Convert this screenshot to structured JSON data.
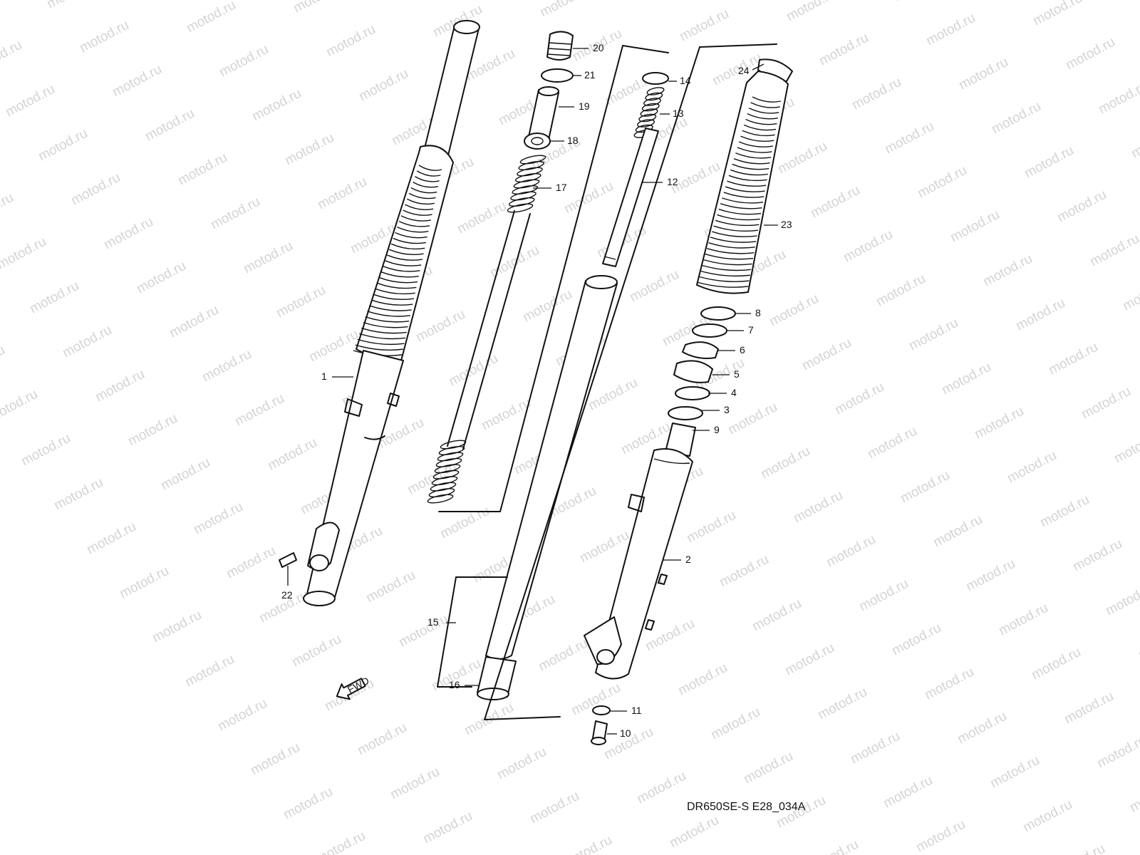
{
  "watermark": {
    "text": "motod.ru"
  },
  "diagram": {
    "drawing_code": "DR650SE-S E28_034A",
    "fwd_label": "FWD",
    "callouts": {
      "c1": "1",
      "c2": "2",
      "c3": "3",
      "c4": "4",
      "c5": "5",
      "c6": "6",
      "c7": "7",
      "c8": "8",
      "c9": "9",
      "c10": "10",
      "c11": "11",
      "c12": "12",
      "c13": "13",
      "c14": "14",
      "c15": "15",
      "c16": "16",
      "c17": "17",
      "c18": "18",
      "c19": "19",
      "c20": "20",
      "c21": "21",
      "c22": "22",
      "c23": "23",
      "c24": "24"
    }
  }
}
